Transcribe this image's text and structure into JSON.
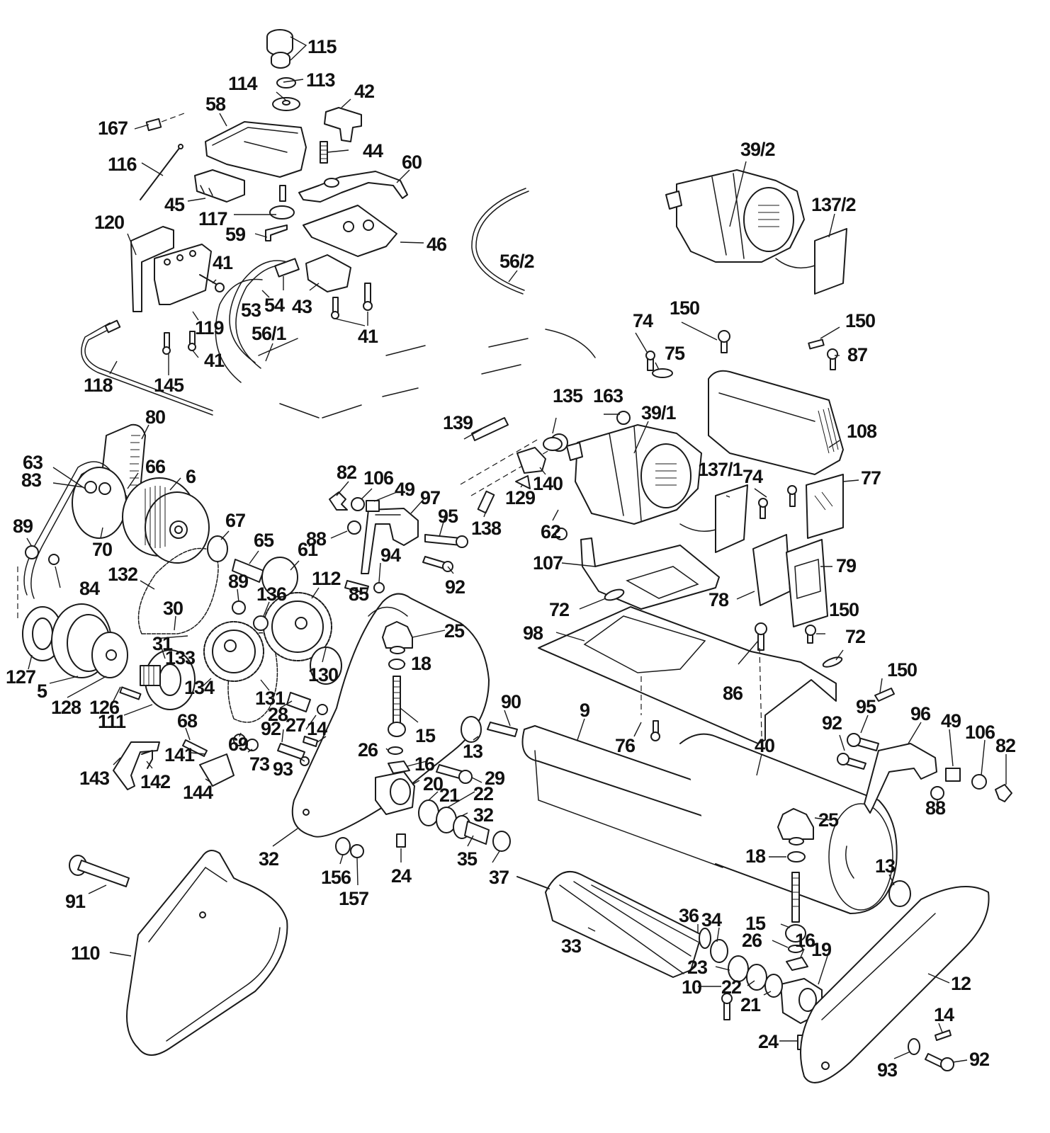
{
  "diagram": {
    "type": "exploded-parts-diagram",
    "subject": "electric cylinder lawnmower",
    "ink_color": "#1a1a1a",
    "background_color": "#ffffff"
  },
  "labels": [
    {
      "id": "l115",
      "text": "115"
    },
    {
      "id": "l114",
      "text": "114"
    },
    {
      "id": "l113",
      "text": "113"
    },
    {
      "id": "l42",
      "text": "42"
    },
    {
      "id": "l58",
      "text": "58"
    },
    {
      "id": "l167",
      "text": "167"
    },
    {
      "id": "l44",
      "text": "44"
    },
    {
      "id": "l60",
      "text": "60"
    },
    {
      "id": "l116",
      "text": "116"
    },
    {
      "id": "l45",
      "text": "45"
    },
    {
      "id": "l117",
      "text": "117"
    },
    {
      "id": "l120",
      "text": "120"
    },
    {
      "id": "l59",
      "text": "59"
    },
    {
      "id": "l46",
      "text": "46"
    },
    {
      "id": "l41a",
      "text": "41"
    },
    {
      "id": "l53",
      "text": "53"
    },
    {
      "id": "l54",
      "text": "54"
    },
    {
      "id": "l43",
      "text": "43"
    },
    {
      "id": "l41b",
      "text": "41"
    },
    {
      "id": "l119",
      "text": "119"
    },
    {
      "id": "l41c",
      "text": "41"
    },
    {
      "id": "l56_1",
      "text": "56/1"
    },
    {
      "id": "l118",
      "text": "118"
    },
    {
      "id": "l145",
      "text": "145"
    },
    {
      "id": "l56_2",
      "text": "56/2"
    },
    {
      "id": "l39_2",
      "text": "39/2"
    },
    {
      "id": "l137_2",
      "text": "137/2"
    },
    {
      "id": "l74a",
      "text": "74"
    },
    {
      "id": "l150a",
      "text": "150"
    },
    {
      "id": "l75",
      "text": "75"
    },
    {
      "id": "l150b",
      "text": "150"
    },
    {
      "id": "l87",
      "text": "87"
    },
    {
      "id": "l135",
      "text": "135"
    },
    {
      "id": "l163",
      "text": "163"
    },
    {
      "id": "l39_1",
      "text": "39/1"
    },
    {
      "id": "l108",
      "text": "108"
    },
    {
      "id": "l139",
      "text": "139"
    },
    {
      "id": "l137_1",
      "text": "137/1"
    },
    {
      "id": "l74b",
      "text": "74"
    },
    {
      "id": "l77",
      "text": "77"
    },
    {
      "id": "l140",
      "text": "140"
    },
    {
      "id": "l129",
      "text": "129"
    },
    {
      "id": "l138",
      "text": "138"
    },
    {
      "id": "l62",
      "text": "62"
    },
    {
      "id": "l107",
      "text": "107"
    },
    {
      "id": "l79",
      "text": "79"
    },
    {
      "id": "l78",
      "text": "78"
    },
    {
      "id": "l72a",
      "text": "72"
    },
    {
      "id": "l150c",
      "text": "150"
    },
    {
      "id": "l98",
      "text": "98"
    },
    {
      "id": "l72b",
      "text": "72"
    },
    {
      "id": "l86",
      "text": "86"
    },
    {
      "id": "l150d",
      "text": "150"
    },
    {
      "id": "l80",
      "text": "80"
    },
    {
      "id": "l63",
      "text": "63"
    },
    {
      "id": "l66",
      "text": "66"
    },
    {
      "id": "l83",
      "text": "83"
    },
    {
      "id": "l6",
      "text": "6"
    },
    {
      "id": "l89a",
      "text": "89"
    },
    {
      "id": "l70",
      "text": "70"
    },
    {
      "id": "l84",
      "text": "84"
    },
    {
      "id": "l67",
      "text": "67"
    },
    {
      "id": "l65",
      "text": "65"
    },
    {
      "id": "l61",
      "text": "61"
    },
    {
      "id": "l132",
      "text": "132"
    },
    {
      "id": "l89b",
      "text": "89"
    },
    {
      "id": "l136",
      "text": "136"
    },
    {
      "id": "l112",
      "text": "112"
    },
    {
      "id": "l30",
      "text": "30"
    },
    {
      "id": "l31",
      "text": "31"
    },
    {
      "id": "l133",
      "text": "133"
    },
    {
      "id": "l130",
      "text": "130"
    },
    {
      "id": "l127",
      "text": "127"
    },
    {
      "id": "l5",
      "text": "5"
    },
    {
      "id": "l134",
      "text": "134"
    },
    {
      "id": "l131",
      "text": "131"
    },
    {
      "id": "l128",
      "text": "128"
    },
    {
      "id": "l126",
      "text": "126"
    },
    {
      "id": "l28",
      "text": "28"
    },
    {
      "id": "l111",
      "text": "111"
    },
    {
      "id": "l68",
      "text": "68"
    },
    {
      "id": "l92a",
      "text": "92"
    },
    {
      "id": "l27",
      "text": "27"
    },
    {
      "id": "l14a",
      "text": "14"
    },
    {
      "id": "l69",
      "text": "69"
    },
    {
      "id": "l141",
      "text": "141"
    },
    {
      "id": "l73",
      "text": "73"
    },
    {
      "id": "l93a",
      "text": "93"
    },
    {
      "id": "l143",
      "text": "143"
    },
    {
      "id": "l142",
      "text": "142"
    },
    {
      "id": "l144",
      "text": "144"
    },
    {
      "id": "l82a",
      "text": "82"
    },
    {
      "id": "l106a",
      "text": "106"
    },
    {
      "id": "l49a",
      "text": "49"
    },
    {
      "id": "l97",
      "text": "97"
    },
    {
      "id": "l95a",
      "text": "95"
    },
    {
      "id": "l88a",
      "text": "88"
    },
    {
      "id": "l94",
      "text": "94"
    },
    {
      "id": "l92b",
      "text": "92"
    },
    {
      "id": "l85",
      "text": "85"
    },
    {
      "id": "l25a",
      "text": "25"
    },
    {
      "id": "l18a",
      "text": "18"
    },
    {
      "id": "l90",
      "text": "90"
    },
    {
      "id": "l15a",
      "text": "15"
    },
    {
      "id": "l13a",
      "text": "13"
    },
    {
      "id": "l26a",
      "text": "26"
    },
    {
      "id": "l16a",
      "text": "16"
    },
    {
      "id": "l29",
      "text": "29"
    },
    {
      "id": "l20",
      "text": "20"
    },
    {
      "id": "l21a",
      "text": "21"
    },
    {
      "id": "l22a",
      "text": "22"
    },
    {
      "id": "l32a",
      "text": "32"
    },
    {
      "id": "l32b",
      "text": "32"
    },
    {
      "id": "l35",
      "text": "35"
    },
    {
      "id": "l37",
      "text": "37"
    },
    {
      "id": "l156",
      "text": "156"
    },
    {
      "id": "l157",
      "text": "157"
    },
    {
      "id": "l24a",
      "text": "24"
    },
    {
      "id": "l9",
      "text": "9"
    },
    {
      "id": "l76",
      "text": "76"
    },
    {
      "id": "l40",
      "text": "40"
    },
    {
      "id": "l92c",
      "text": "92"
    },
    {
      "id": "l95b",
      "text": "95"
    },
    {
      "id": "l96",
      "text": "96"
    },
    {
      "id": "l49b",
      "text": "49"
    },
    {
      "id": "l106b",
      "text": "106"
    },
    {
      "id": "l82b",
      "text": "82"
    },
    {
      "id": "l88b",
      "text": "88"
    },
    {
      "id": "l25b",
      "text": "25"
    },
    {
      "id": "l18b",
      "text": "18"
    },
    {
      "id": "l13b",
      "text": "13"
    },
    {
      "id": "l91",
      "text": "91"
    },
    {
      "id": "l110",
      "text": "110"
    },
    {
      "id": "l33",
      "text": "33"
    },
    {
      "id": "l36",
      "text": "36"
    },
    {
      "id": "l34",
      "text": "34"
    },
    {
      "id": "l15b",
      "text": "15"
    },
    {
      "id": "l26b",
      "text": "26"
    },
    {
      "id": "l16b",
      "text": "16"
    },
    {
      "id": "l19",
      "text": "19"
    },
    {
      "id": "l23",
      "text": "23"
    },
    {
      "id": "l10",
      "text": "10"
    },
    {
      "id": "l22b",
      "text": "22"
    },
    {
      "id": "l21b",
      "text": "21"
    },
    {
      "id": "l12",
      "text": "12"
    },
    {
      "id": "l14b",
      "text": "14"
    },
    {
      "id": "l24b",
      "text": "24"
    },
    {
      "id": "l93b",
      "text": "93"
    },
    {
      "id": "l92d",
      "text": "92"
    }
  ]
}
